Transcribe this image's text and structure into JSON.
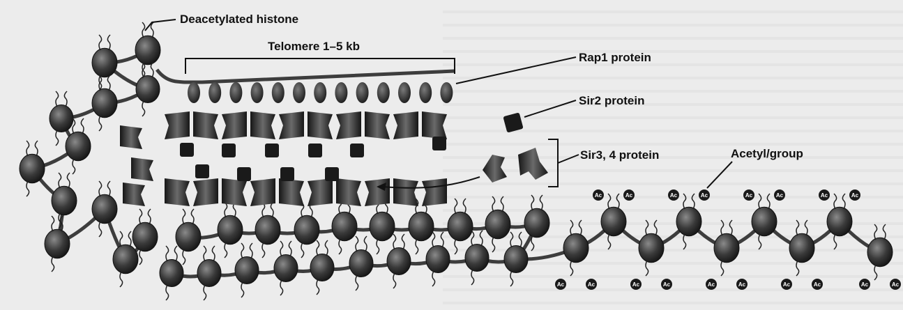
{
  "labels": {
    "deacetylated_histone": "Deacetylated histone",
    "telomere": "Telomere 1–5 kb",
    "rap1": "Rap1 protein",
    "sir2": "Sir2 protein",
    "sir34": "Sir3, 4 protein",
    "acetyl_group": "Acetyl/group"
  },
  "acetyl_badge": "Ac",
  "colors": {
    "nucleosome": "#3a3a3a",
    "nucleosome_highlight": "#8a8a8a",
    "protein": "#1a1a1a",
    "dna": "#3d3d3d",
    "leader": "#111111"
  }
}
